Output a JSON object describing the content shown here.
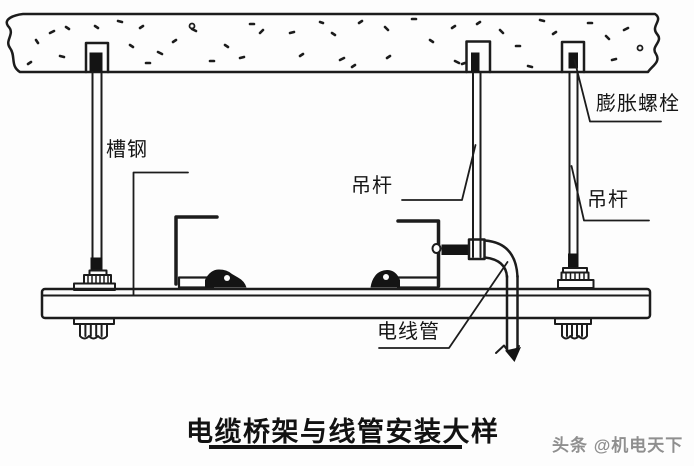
{
  "diagram": {
    "type": "technical-installation-detail",
    "title": "电缆桥架与线管安装大样",
    "labels": {
      "channel_steel": "槽钢",
      "hanger_rod_mid": "吊杆",
      "hanger_rod_right": "吊杆",
      "expansion_bolt": "膨胀螺栓",
      "conduit": "电线管"
    },
    "colors": {
      "line": "#1c1c1c",
      "background": "#fdfdfd",
      "title_underline": "#141414",
      "watermark_gray": "#8f8f8f"
    }
  },
  "watermark": {
    "text": "头条 @机电天下"
  }
}
